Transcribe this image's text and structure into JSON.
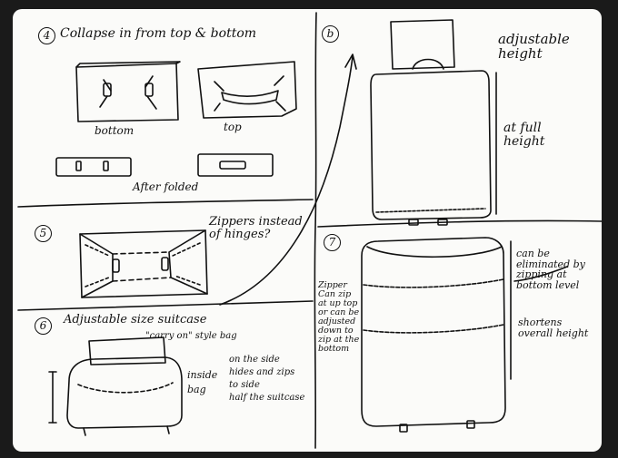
{
  "colors": {
    "background": "#1a1a1a",
    "paper": "#fbfbf9",
    "ink": "#111111"
  },
  "panels": {
    "p4": {
      "number": "4",
      "title": "Collapse in from top & bottom",
      "label_bottom": "bottom",
      "label_top": "top",
      "label_after": "After folded"
    },
    "p5": {
      "number": "5",
      "note": "Zippers instead of hinges?"
    },
    "p6": {
      "number": "6",
      "title": "Adjustable size suitcase",
      "subtitle": "\"carry on\" style bag",
      "note_line1": "inside",
      "note_line2": "bag",
      "note_line3": "on the side",
      "note_line4": "hides and zips",
      "note_line5": "to side",
      "note_line6": "half the suitcase"
    },
    "p7_top": {
      "label": "b",
      "note_adjustable": "adjustable height",
      "note_full": "at full height"
    },
    "p7": {
      "number": "7",
      "note_left": "Zipper Can zip at up top or can be adjusted down to zip at the bottom",
      "note_right_top": "can be eliminated by zipping at bottom level",
      "note_right_bottom": "shortens overall height"
    }
  }
}
